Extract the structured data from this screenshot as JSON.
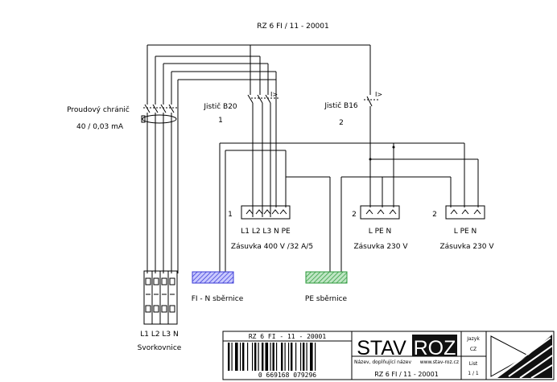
{
  "diagram": {
    "title": "RZ 6 FI / 11 - 20001",
    "rcd": {
      "name": "Proudový chránič",
      "rating": "40 / 0,03 mA"
    },
    "breaker1": {
      "name": "Jistič B20",
      "number": "1",
      "mark": "I>"
    },
    "breaker2": {
      "name": "Jistič B16",
      "number": "2",
      "mark": "I>"
    },
    "socket400": {
      "number": "1",
      "terminals": "L1 L2 L3 N PE",
      "label": "Zásuvka 400 V /32 A/5"
    },
    "socket230a": {
      "number": "2",
      "terminals": "L  PE  N",
      "label": "Zásuvka 230 V"
    },
    "socket230b": {
      "number": "2",
      "terminals": "L  PE  N",
      "label": "Zásuvka 230 V"
    },
    "n_busbar": "FI - N  sběrnice",
    "pe_busbar": "PE  sběrnice",
    "terminals": {
      "phases": "L1 L2 L3 N",
      "name": "Svorkovnice"
    }
  },
  "title_block": {
    "code": "RZ 6 FI - 11 - 20001",
    "barcode_digits": "0 669168 079296",
    "brand_left": "STAV",
    "brand_right": "ROZ",
    "subtitle": "Název, doplňující název",
    "website": "www.stav-roz.cz",
    "product": "RZ 6 FI / 11 - 20001",
    "lang_label": "Jazyk",
    "lang_value": "CZ",
    "sheet_label": "List",
    "sheet_value": "1 / 1"
  },
  "colors": {
    "n_busbar": "#3b3bd6",
    "pe_busbar": "#2e9a3c",
    "brand_dark": "#111111"
  }
}
